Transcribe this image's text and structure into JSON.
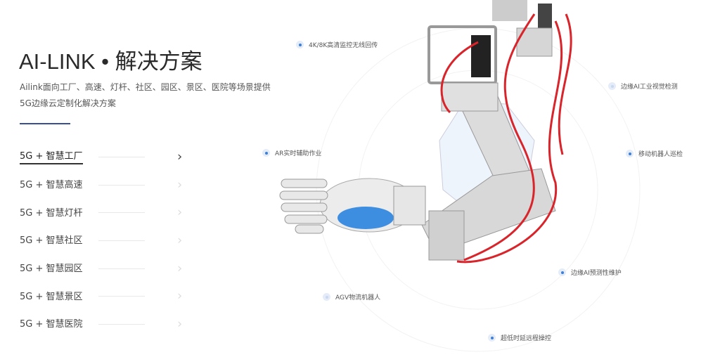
{
  "title": "AI-LINK • 解决方案",
  "description": "Ailink面向工厂、高速、灯杆、社区、园区、景区、医院等场景提供5G边缘云定制化解决方案",
  "menu": [
    {
      "label": "5G + 智慧工厂",
      "active": true
    },
    {
      "label": "5G + 智慧高速"
    },
    {
      "label": "5G + 智慧灯杆"
    },
    {
      "label": "5G + 智慧社区"
    },
    {
      "label": "5G + 智慧园区"
    },
    {
      "label": "5G + 智慧景区"
    },
    {
      "label": "5G + 智慧医院"
    }
  ],
  "features": {
    "f1": "4K/8K高清监控无线回传",
    "f2": "边缘AI工业视觉检测",
    "f3": "AR实时辅助作业",
    "f4": "移动机器人巡检",
    "f5": "边缘AI预测性维护",
    "f6": "AGV物流机器人",
    "f7": "超低时延远程操控"
  },
  "colors": {
    "accent": "#3a4f8f",
    "dot": "#3f7fd6",
    "wire": "#d8242a"
  }
}
